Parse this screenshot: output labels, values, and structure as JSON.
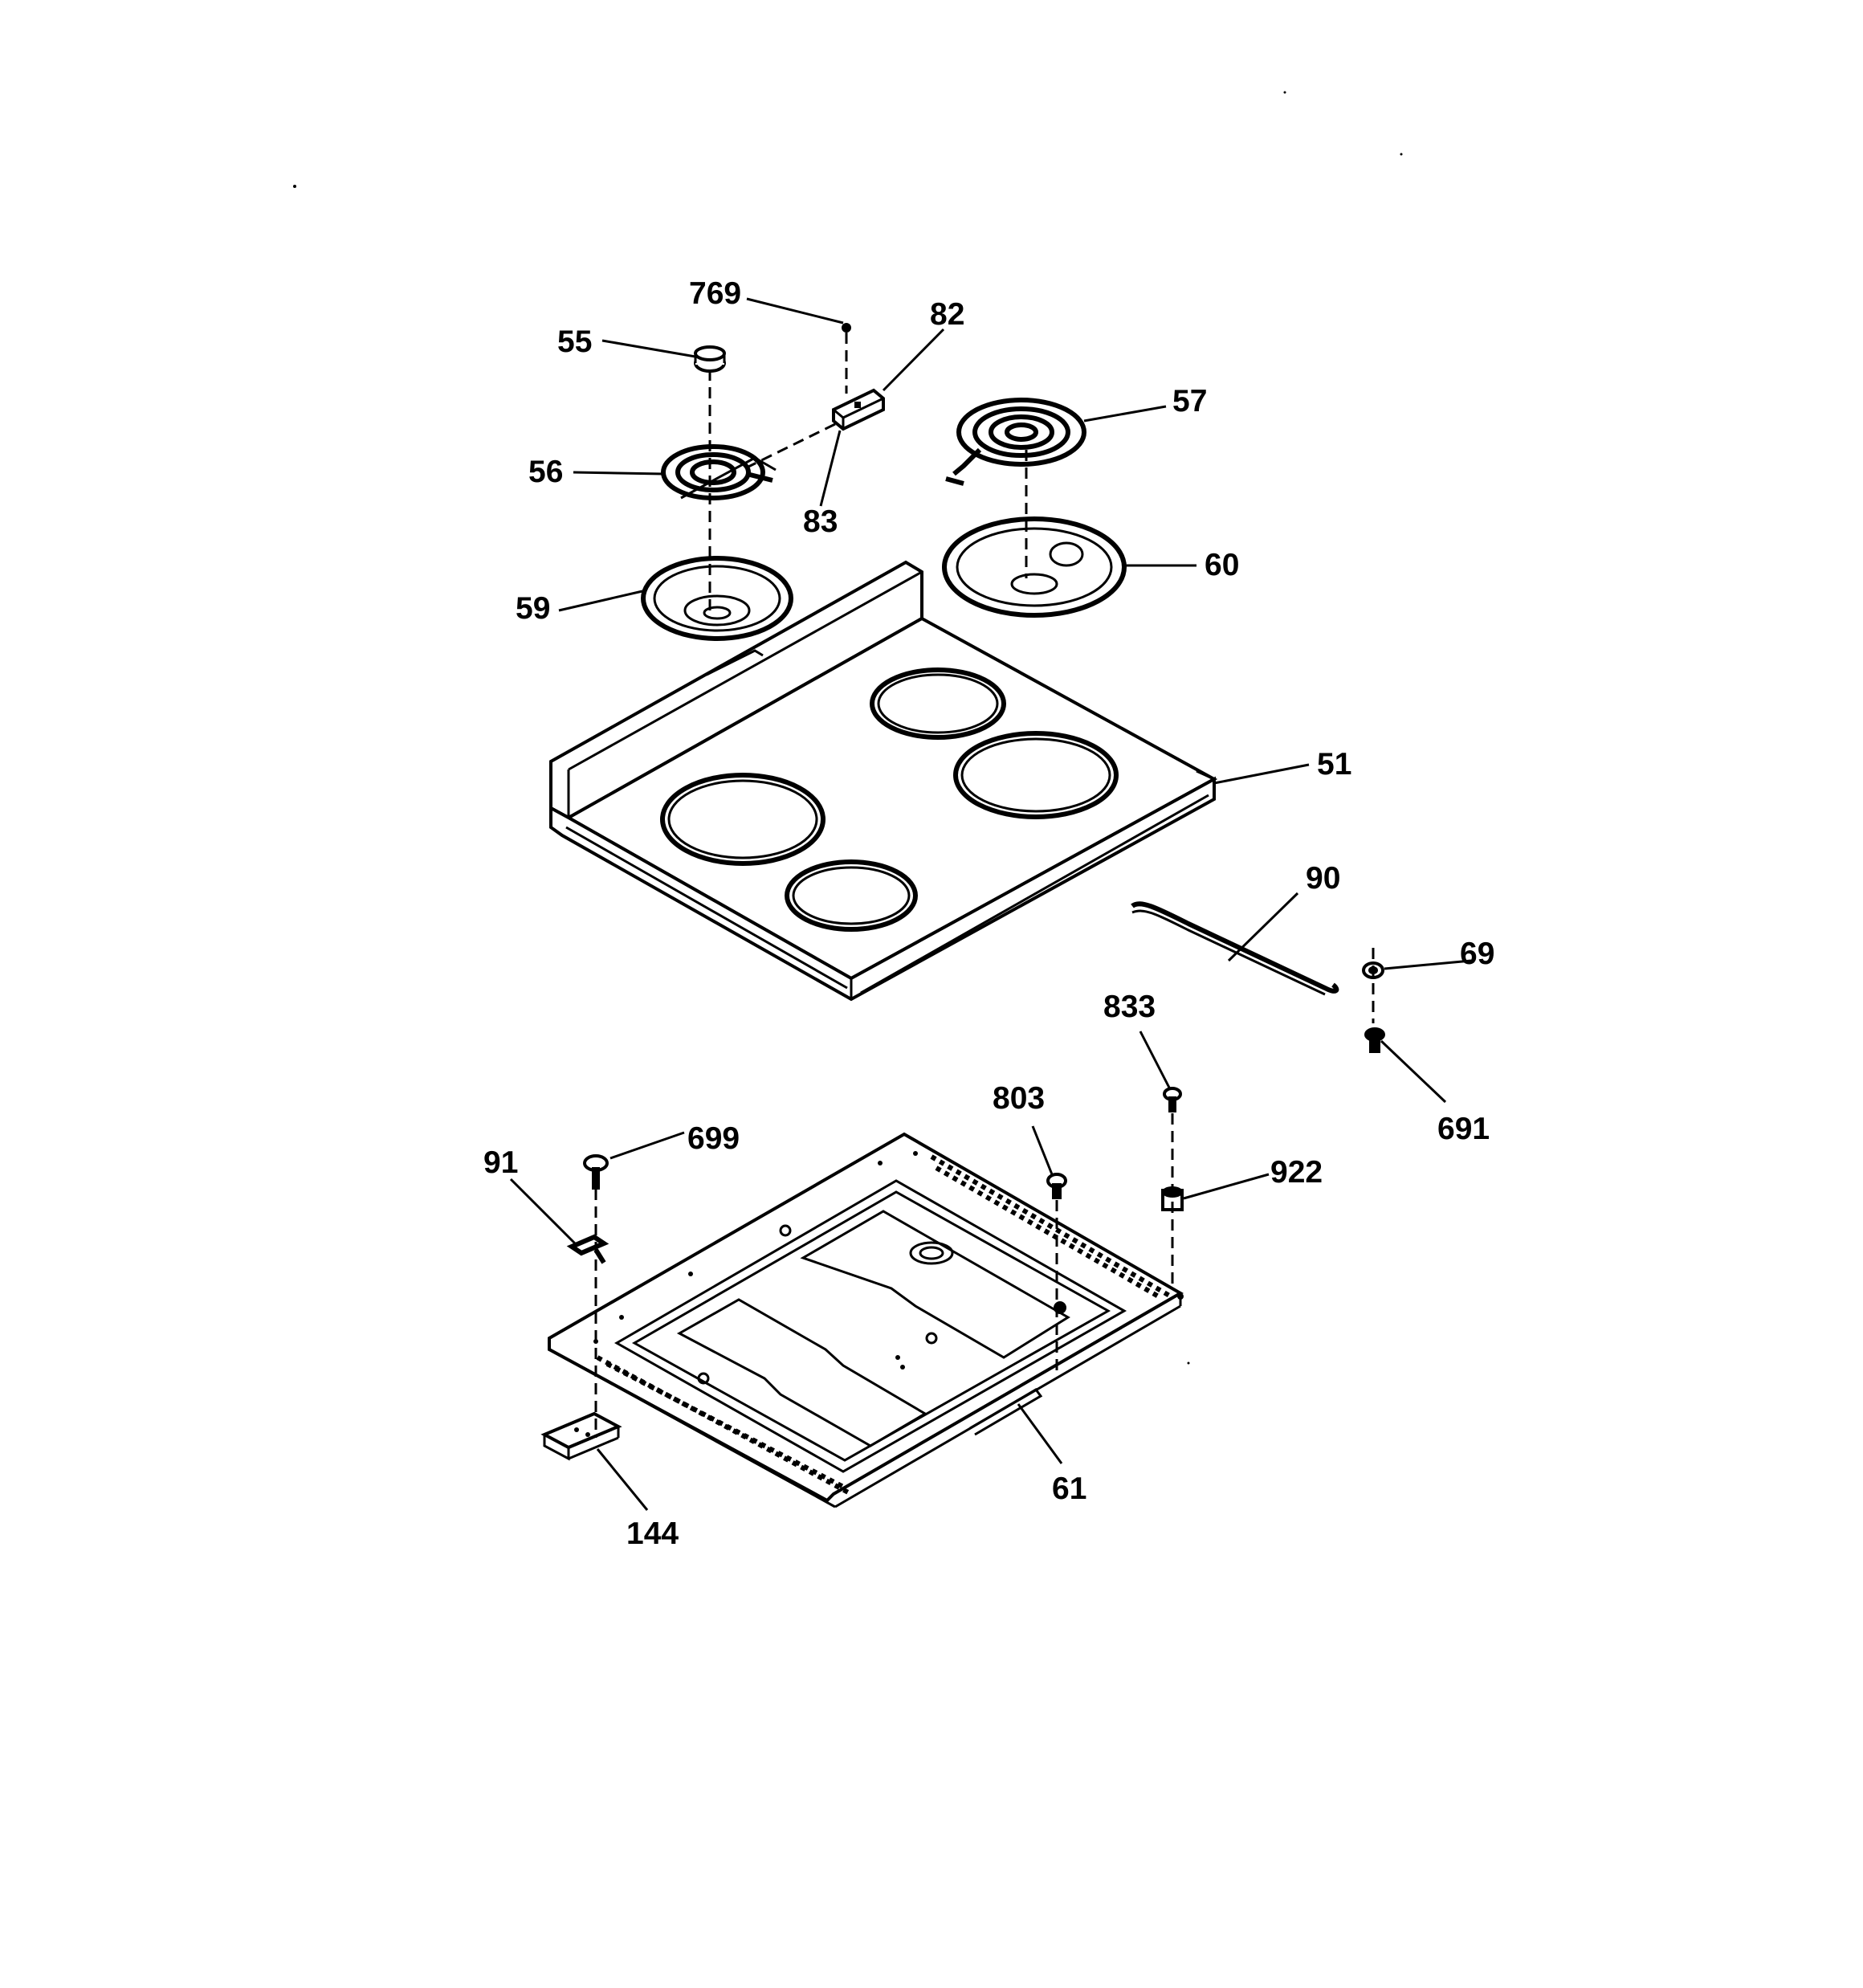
{
  "callouts": {
    "c769": "769",
    "c82": "82",
    "c55": "55",
    "c57": "57",
    "c56": "56",
    "c83": "83",
    "c60": "60",
    "c59": "59",
    "c51": "51",
    "c90": "90",
    "c69": "69",
    "c833": "833",
    "c803": "803",
    "c691": "691",
    "c699": "699",
    "c91": "91",
    "c922": "922",
    "c61": "61",
    "c144": "144"
  }
}
